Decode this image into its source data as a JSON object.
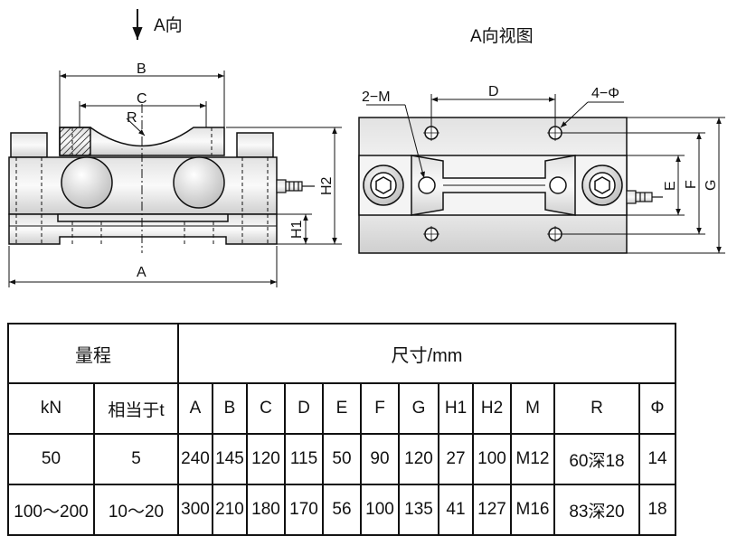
{
  "side_view": {
    "arrow_label": "A向",
    "dims": {
      "A": "A",
      "B": "B",
      "C": "C",
      "R": "R",
      "H1": "H1",
      "H2": "H2"
    }
  },
  "top_view": {
    "title": "A向视图",
    "callout_thread": "2−M",
    "callout_holes": "4−Φ",
    "dims": {
      "D": "D",
      "E": "E",
      "F": "F",
      "G": "G"
    }
  },
  "table": {
    "range_header": "量程",
    "size_header": "尺寸/mm",
    "columns": [
      "kN",
      "相当于t",
      "A",
      "B",
      "C",
      "D",
      "E",
      "F",
      "G",
      "H1",
      "H2",
      "M",
      "R",
      "Φ"
    ],
    "rows": [
      [
        "50",
        "5",
        "240",
        "145",
        "120",
        "115",
        "50",
        "90",
        "120",
        "27",
        "100",
        "M12",
        "60深18",
        "14"
      ],
      [
        "100～200",
        "10～20",
        "300",
        "210",
        "180",
        "170",
        "56",
        "100",
        "135",
        "41",
        "127",
        "M16",
        "83深20",
        "18"
      ]
    ]
  }
}
